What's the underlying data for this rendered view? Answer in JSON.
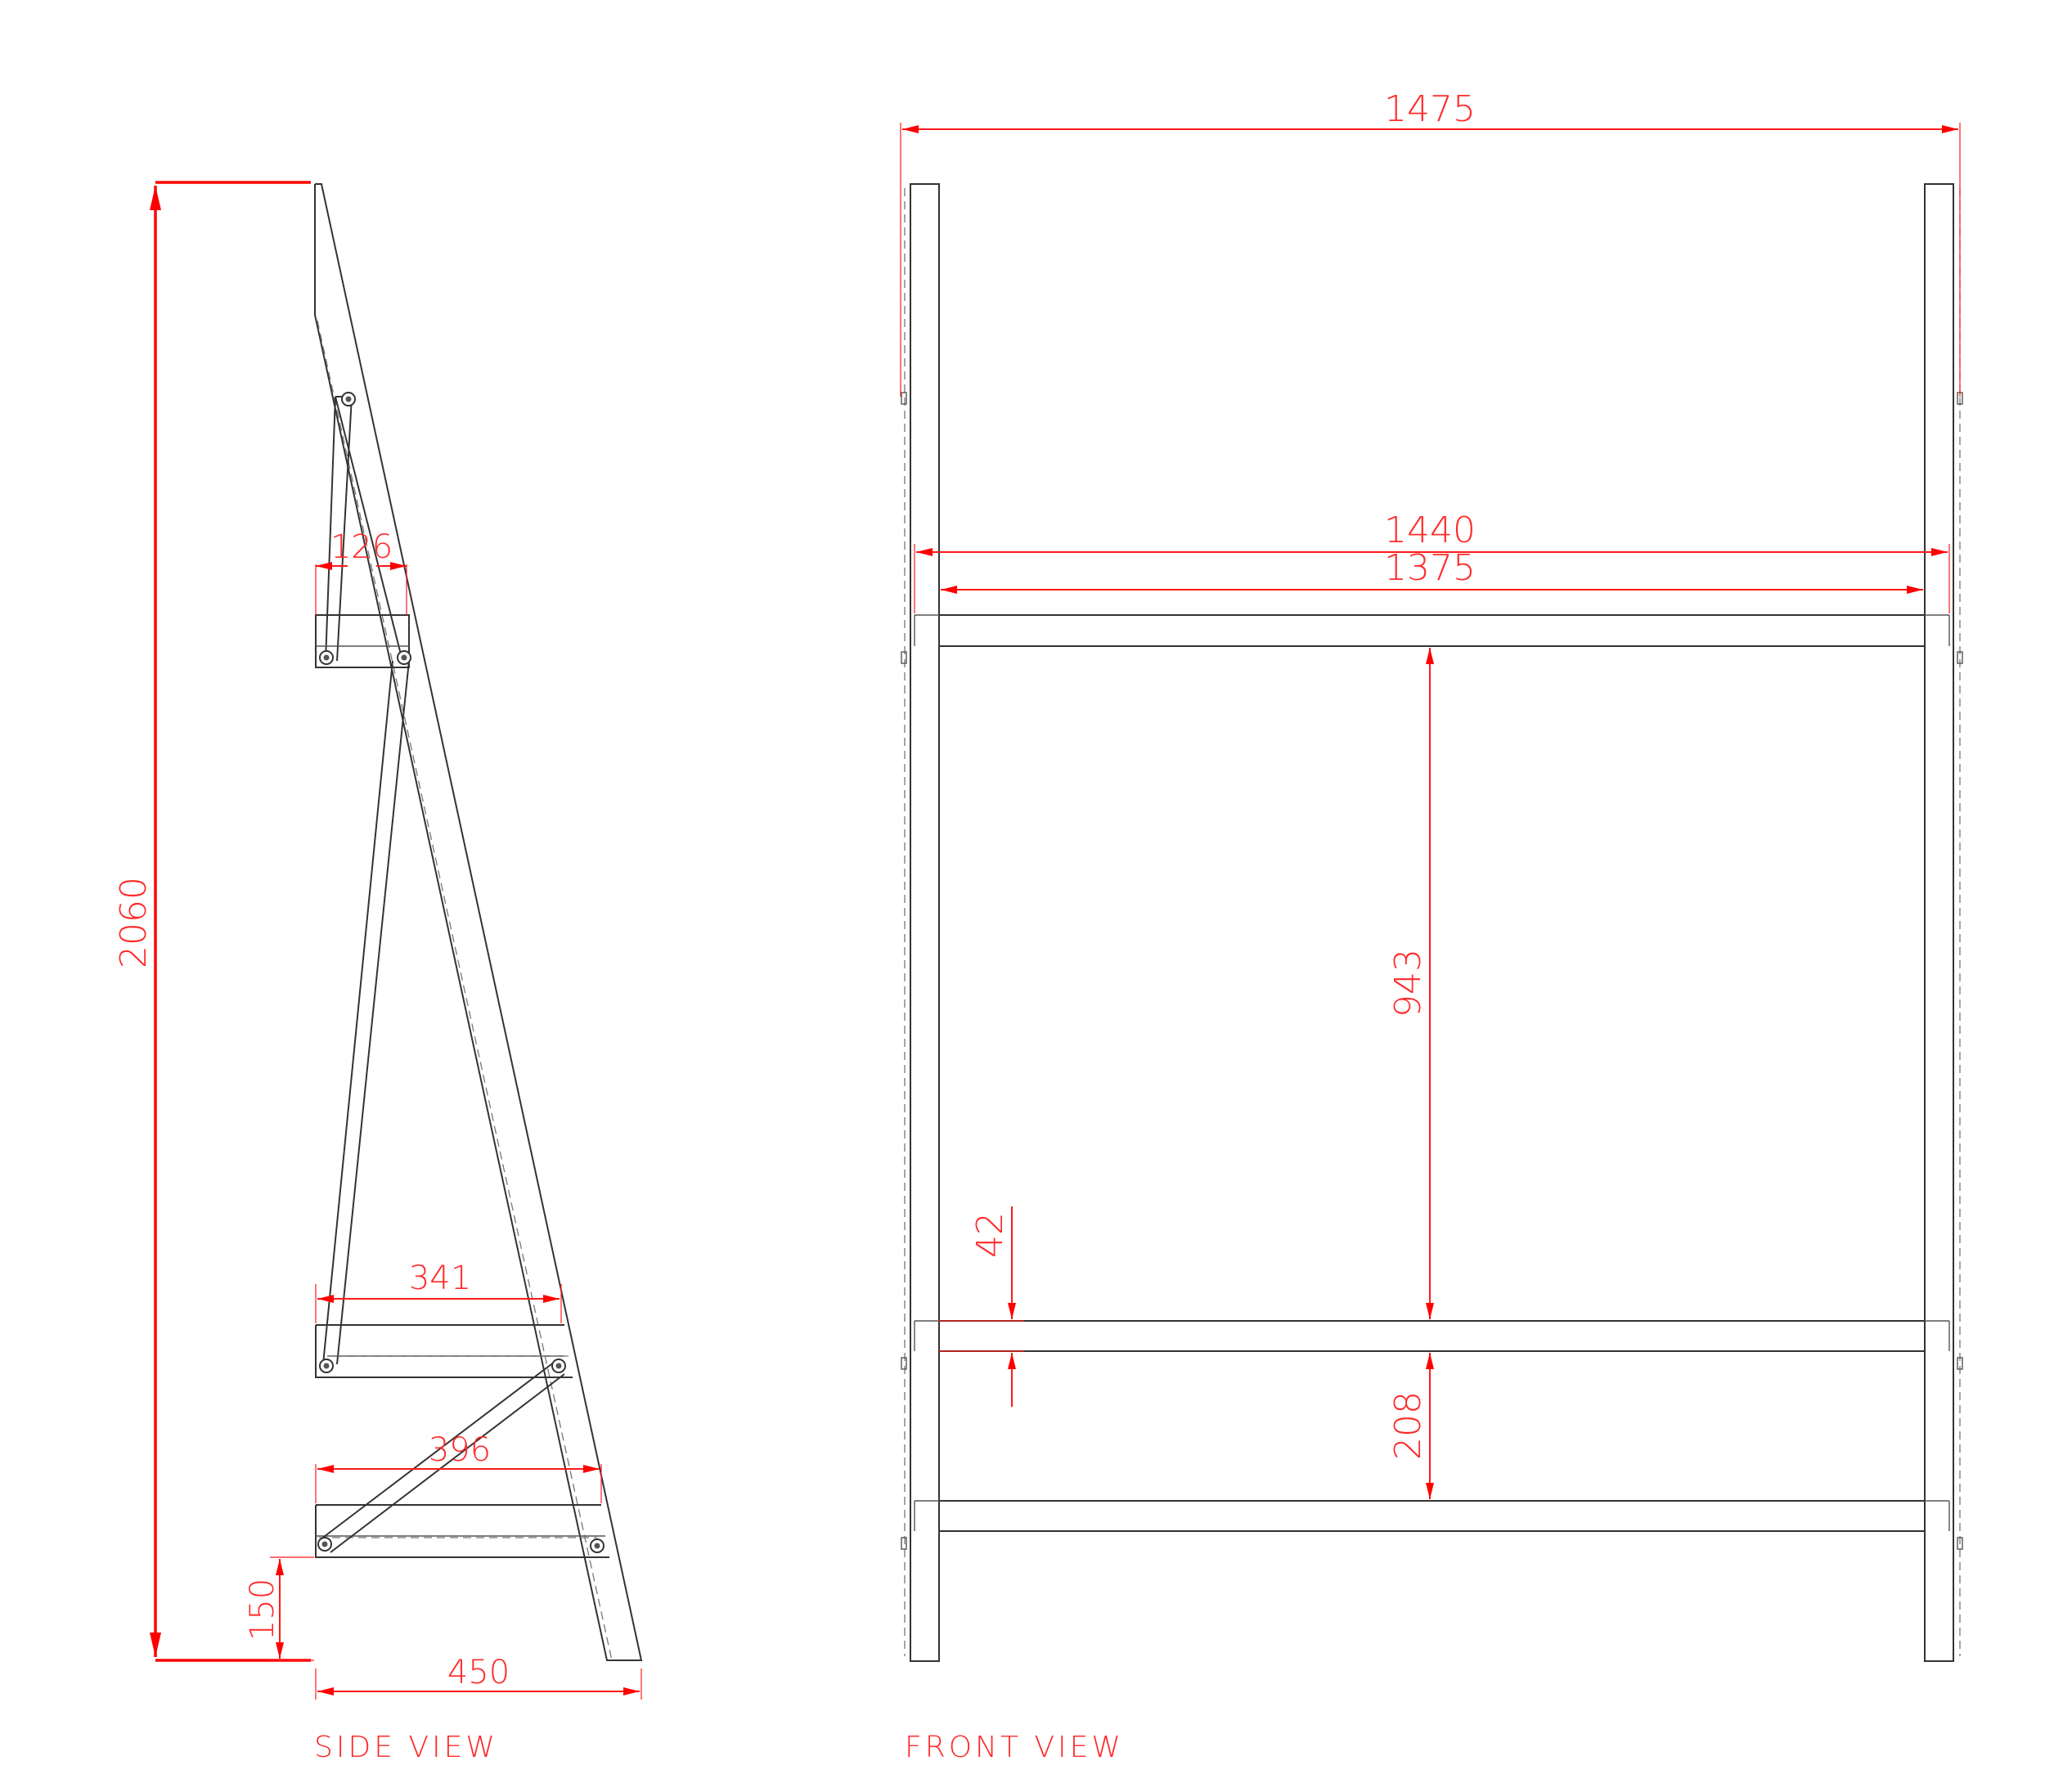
{
  "views": {
    "side": {
      "title": "SIDE VIEW"
    },
    "front": {
      "title": "FRONT VIEW"
    }
  },
  "dimensions": {
    "overall_height": "2060",
    "top_shelf_depth": "126",
    "middle_shelf_depth": "341",
    "bottom_shelf_depth": "396",
    "bottom_clearance": "150",
    "base_depth": "450",
    "overall_width": "1475",
    "shelf_width_outer": "1440",
    "shelf_width_inner": "1375",
    "shelf_spacing_upper": "943",
    "shelf_thickness": "42",
    "shelf_spacing_lower": "208"
  },
  "colors": {
    "dimension": "#ff0000",
    "object": "#333333",
    "background": "#ffffff"
  }
}
